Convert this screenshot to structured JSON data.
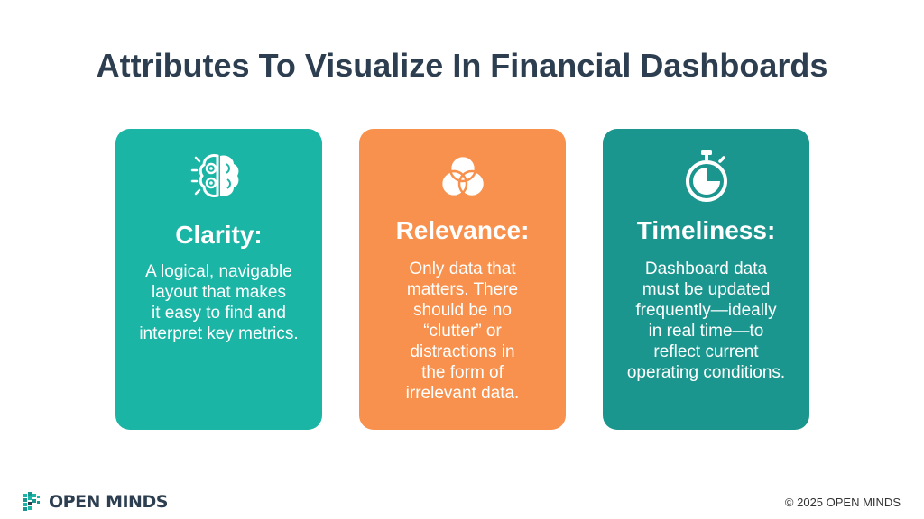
{
  "title": "Attributes To Visualize In Financial Dashboards",
  "cards": [
    {
      "heading": "Clarity:",
      "body_lines": [
        "A logical, navigable",
        "layout that makes",
        "it easy to find and",
        "interpret key metrics."
      ],
      "icon": "brain-gear-icon",
      "color": "#1bb5a6"
    },
    {
      "heading": "Relevance:",
      "body_lines": [
        "Only data that",
        "matters. There",
        "should be no",
        "“clutter” or",
        "distractions in",
        "the form of",
        "irrelevant data."
      ],
      "icon": "venn-diagram-icon",
      "color": "#f7914d"
    },
    {
      "heading": "Timeliness:",
      "body_lines": [
        "Dashboard data",
        "must be updated",
        "frequently—ideally",
        "in real time—to",
        "reflect current",
        "operating conditions."
      ],
      "icon": "stopwatch-icon",
      "color": "#1a968e"
    }
  ],
  "footer": {
    "logo_text": "OPEN MINDS",
    "copyright": "© 2025 OPEN MINDS"
  }
}
